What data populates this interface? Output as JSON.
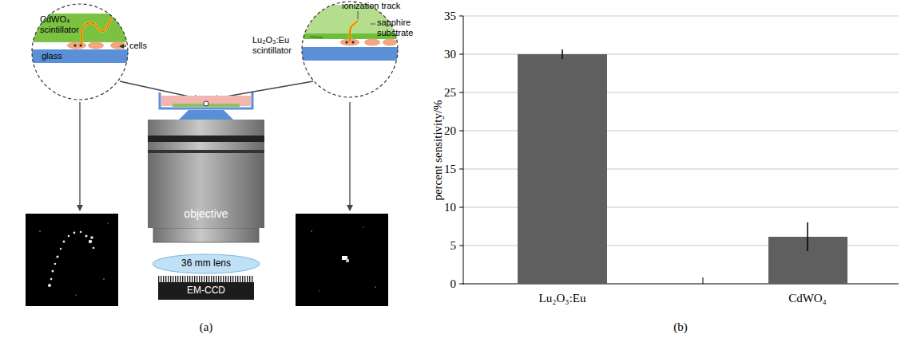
{
  "diagram": {
    "nodes": [
      {
        "text": [
          "CdWO₄ scintillator",
          "cells",
          "glass"
        ]
      },
      {
        "text": [
          "ionization track",
          "Lu₂O₃:Eu scintillator",
          "sapphire substrate"
        ]
      },
      {
        "text": [
          "objective"
        ]
      },
      {
        "text": [
          "36 mm lens"
        ]
      },
      {
        "text": [
          "EM-CCD"
        ]
      }
    ],
    "labels": [
      "(a)",
      "(b)",
      "percent sensitivity/%",
      "0",
      "5",
      "10",
      "15",
      "20",
      "25",
      "30",
      "35",
      "Lu₂O₃:Eu",
      "CdWO₄"
    ]
  }
}
